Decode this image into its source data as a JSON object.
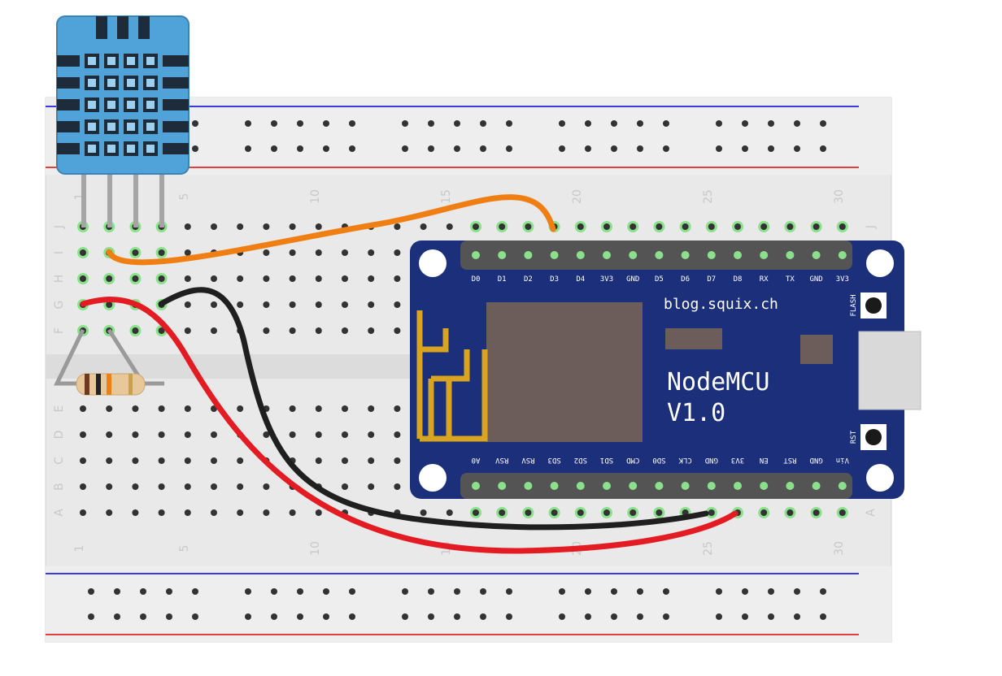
{
  "breadboard": {
    "column_labels_top": [
      "1",
      "5",
      "10",
      "15",
      "20",
      "25",
      "30"
    ],
    "column_labels_bottom": [
      "1",
      "5",
      "10",
      "15",
      "20",
      "25",
      "30"
    ],
    "row_labels_upper": [
      "J",
      "I",
      "H",
      "G",
      "F"
    ],
    "row_labels_lower": [
      "E",
      "D",
      "C",
      "B",
      "A"
    ],
    "row_labels_right": [
      "J",
      "A"
    ]
  },
  "board": {
    "logo_line1": "NodeMCU",
    "logo_line2": "V1.0",
    "url": "blog.squix.ch",
    "flash_label": "FLASH",
    "rst_label": "RST",
    "top_pins": [
      "D0",
      "D1",
      "D2",
      "D3",
      "D4",
      "3V3",
      "GND",
      "D5",
      "D6",
      "D7",
      "D8",
      "RX",
      "TX",
      "GND",
      "3V3"
    ],
    "bottom_pins": [
      "A0",
      "RSV",
      "RSV",
      "SD3",
      "SD2",
      "SD1",
      "CMD",
      "SD0",
      "CLK",
      "GND",
      "3V3",
      "EN",
      "RST",
      "GND",
      "Vin"
    ]
  },
  "colors": {
    "wire_data": "#f07f13",
    "wire_power": "#e31b23",
    "wire_ground": "#1f1f1f",
    "board_blue": "#1b2f7a",
    "sensor_blue": "#4fa3d9",
    "rail_blue": "#3a3adf",
    "rail_red": "#e04040"
  },
  "icons": {
    "sensor": "dht11-sensor-icon",
    "resistor": "resistor-icon",
    "antenna": "wifi-antenna-icon"
  }
}
